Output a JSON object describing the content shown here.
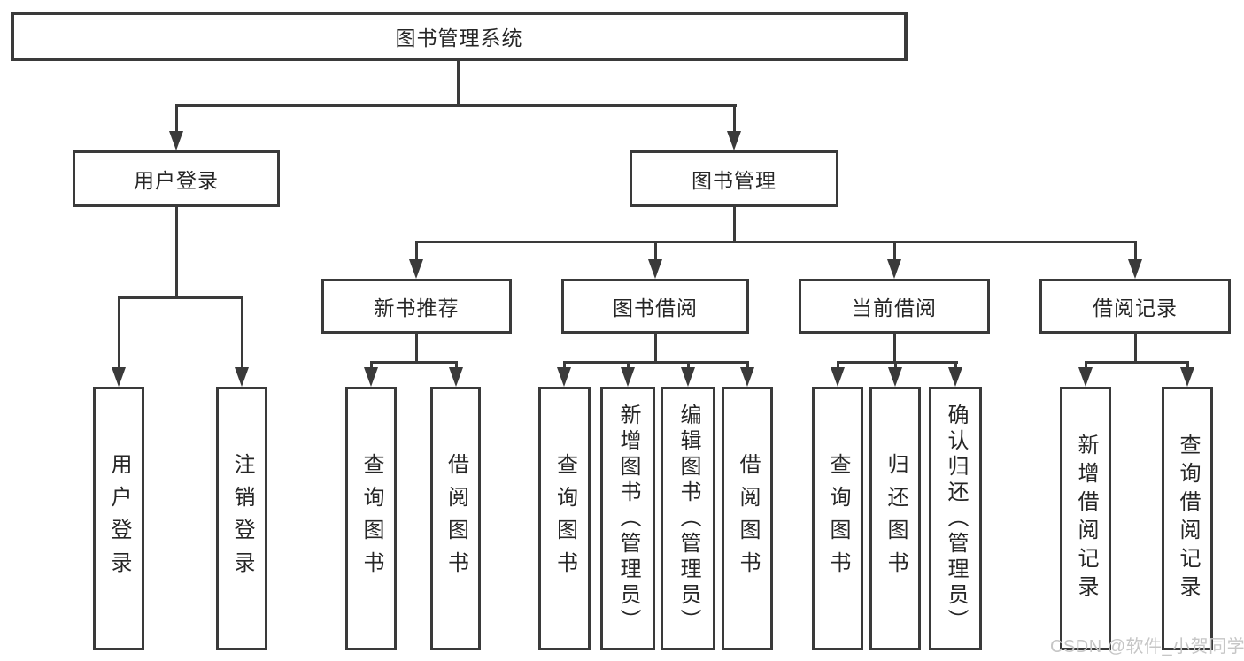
{
  "colors": {
    "line": "#3a3a3a",
    "box_border": "#3a3a3a",
    "text": "#262626",
    "watermark": "#c6c6c6",
    "background": "#ffffff"
  },
  "tree": {
    "root": {
      "label": "图书管理系统"
    },
    "branches": [
      {
        "label": "用户登录",
        "leaves": [
          "用户登录",
          "注销登录"
        ]
      },
      {
        "label": "图书管理",
        "children": [
          {
            "label": "新书推荐",
            "leaves": [
              "查询图书",
              "借阅图书"
            ]
          },
          {
            "label": "图书借阅",
            "leaves": [
              "查询图书",
              "新增图书（管理员）",
              "编辑图书（管理员）",
              "借阅图书"
            ]
          },
          {
            "label": "当前借阅",
            "leaves": [
              "查询图书",
              "归还图书",
              "确认归还（管理员）"
            ]
          },
          {
            "label": "借阅记录",
            "leaves": [
              "新增借阅记录",
              "查询借阅记录"
            ]
          }
        ]
      }
    ]
  },
  "watermark": {
    "text": "CSDN @软件_小贺同学"
  }
}
